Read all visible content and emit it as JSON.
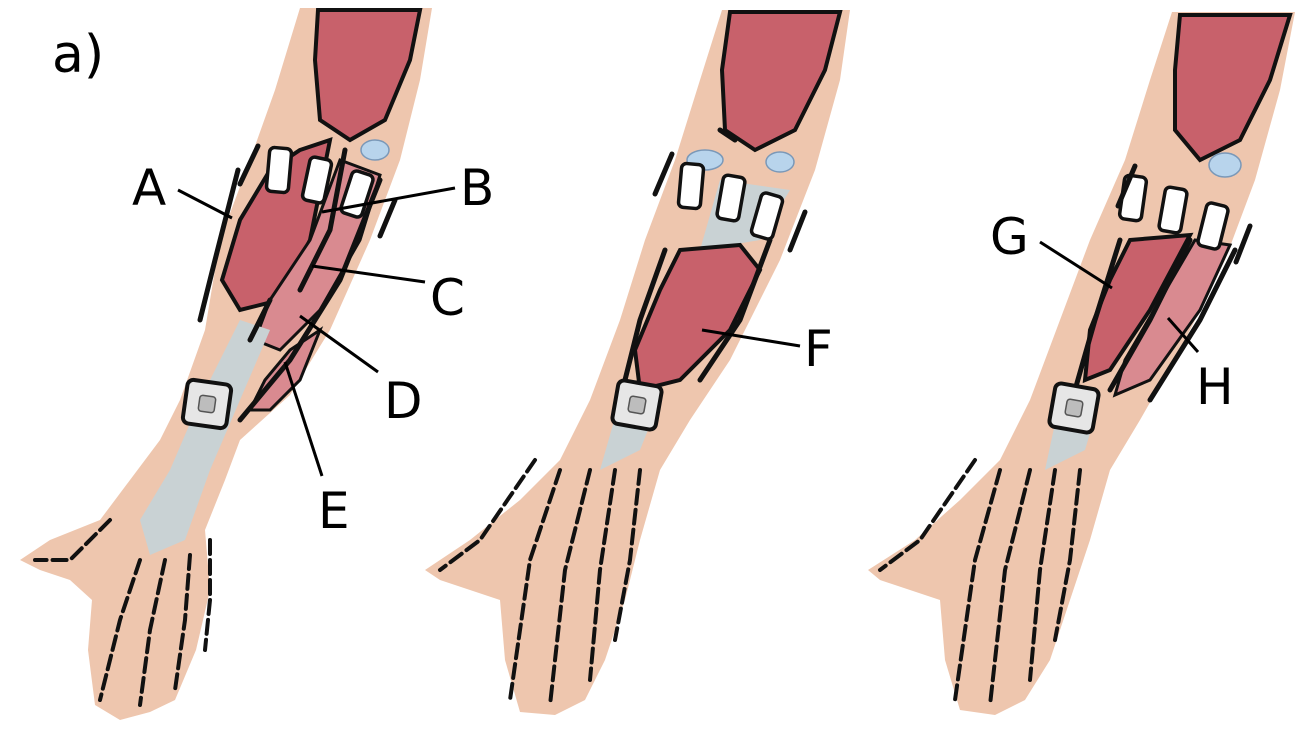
{
  "panel_label": "a)",
  "labels": {
    "A": "A",
    "B": "B",
    "C": "C",
    "D": "D",
    "E": "E",
    "F": "F",
    "G": "G",
    "H": "H"
  },
  "colors": {
    "skin": "#eec6ae",
    "muscle": "#c8616b",
    "tendon": "#c9d2d4",
    "electrode": "#ffffff",
    "outline": "#111111"
  },
  "icons": [
    "forearm-illustration",
    "electrode-pad",
    "reference-electrode"
  ]
}
